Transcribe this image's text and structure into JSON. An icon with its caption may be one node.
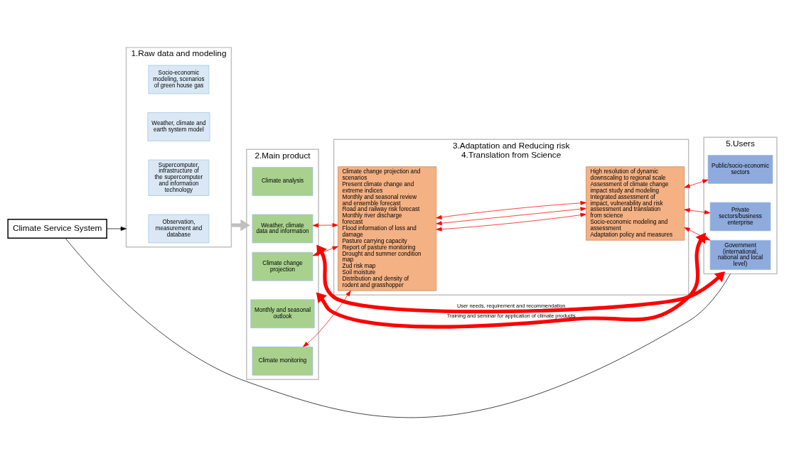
{
  "diagram": {
    "nodes": [
      {
        "text": [
          "Climate Service System"
        ]
      },
      {
        "text": [
          "1.Raw data and modeling"
        ]
      },
      {
        "text": [
          "Observation, measurement and database"
        ],
        "in": 1
      },
      {
        "text": [
          "Supercomputer, infrastructure of the supercomputer and information technology"
        ],
        "in": 1
      },
      {
        "text": [
          "Weather, climate and earth system model"
        ],
        "in": 1
      },
      {
        "text": [
          "Socio-economic modeling, scenarios of green house gas"
        ],
        "in": 1
      },
      {
        "text": [
          "2.Main product"
        ]
      },
      {
        "text": [
          "Weather, climate data and information"
        ],
        "in": 6
      },
      {
        "text": [
          "Climate analysis"
        ],
        "in": 6
      },
      {
        "text": [
          "Climate monitoring"
        ],
        "in": 6
      },
      {
        "text": [
          "Monthly and seasonal outlook"
        ],
        "in": 6
      },
      {
        "text": [
          "Climate change projection"
        ],
        "in": 6
      },
      {
        "text": [
          "3.Adaptation and Reducing risk",
          "4.Translation from Science"
        ]
      },
      {
        "text": [
          "Climate change projection and scenarios",
          "Present climate change and extreme indices",
          "Monthly and seasonal review and ensemble forecast",
          "Road and railway risk forecast",
          "Monthly river discharge forecast",
          "Flood information of loss and damage",
          "Pasture carrying capacity",
          "Report of pasture monitoring",
          "Drought and summer condition map",
          "Zud risk map",
          "Soil moisture",
          "Distribution and density of rodent and grasshopper"
        ],
        "in": 12
      },
      {
        "text": [
          "High resolution of dynamic downscaling to regional scale",
          "Assessment of climate change impact study and modeling",
          "Integrated assessment of impact, vulnerability and risk assessment and translation from science",
          "Socio-economic modeling and assessment",
          "Adaptation policy and measures"
        ],
        "in": 12
      },
      {
        "text": [
          "5.Users"
        ]
      },
      {
        "text": [
          "Government (international, national and local level)"
        ],
        "in": 15
      },
      {
        "text": [
          "Public/socio-economic sectors"
        ],
        "in": 15
      },
      {
        "text": [
          "Private sectors/business enterprise"
        ],
        "in": 15
      }
    ],
    "edges": [
      {
        "from": 0,
        "to": 1,
        "arrow": "to",
        "color": "#000000"
      },
      {
        "from": 0,
        "to": 15,
        "arrow": "none",
        "color": "#000000"
      },
      {
        "from": 6,
        "to": 15,
        "arrow": "both",
        "label": "User needs, requirement and recommendation",
        "style": "thick"
      },
      {
        "from": 1,
        "to": 6,
        "arrow": "to",
        "color": "#bfbfbf",
        "style": "thick"
      },
      {
        "from": 7,
        "to": 13,
        "arrow": "both"
      },
      {
        "from": 9,
        "to": 13,
        "arrow": "both"
      },
      {
        "from": 11,
        "to": 13,
        "arrow": "both"
      },
      {
        "from": 13,
        "to": 14,
        "arrow": "both"
      },
      {
        "from": 13,
        "to": 14,
        "arrow": "both"
      },
      {
        "from": 13,
        "to": 14,
        "arrow": "both"
      },
      {
        "from": 14,
        "to": 16,
        "arrow": "both"
      },
      {
        "from": 14,
        "to": 17,
        "arrow": "both"
      },
      {
        "from": 14,
        "to": 18,
        "arrow": "both"
      },
      {
        "from": 6,
        "to": 15,
        "arrow": "both",
        "label": "Training and seminar for application of climate products",
        "style": "thick"
      }
    ]
  }
}
